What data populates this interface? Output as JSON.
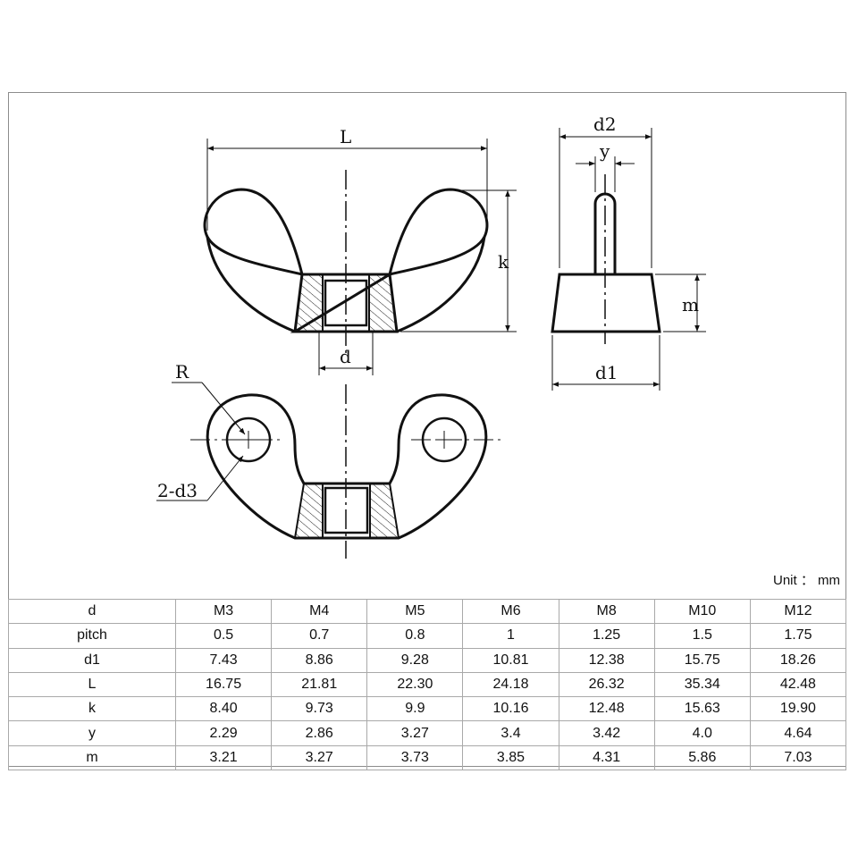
{
  "drawing": {
    "labels": {
      "L": "L",
      "k": "k",
      "d": "d",
      "R": "R",
      "d3": "2-d3",
      "d2": "d2",
      "y": "y",
      "m": "m",
      "d1": "d1"
    }
  },
  "unit": "Unit ： mm",
  "table": {
    "rows": [
      {
        "label": "d",
        "values": [
          "M3",
          "M4",
          "M5",
          "M6",
          "M8",
          "M10",
          "M12"
        ]
      },
      {
        "label": "pitch",
        "values": [
          "0.5",
          "0.7",
          "0.8",
          "1",
          "1.25",
          "1.5",
          "1.75"
        ]
      },
      {
        "label": "d1",
        "values": [
          "7.43",
          "8.86",
          "9.28",
          "10.81",
          "12.38",
          "15.75",
          "18.26"
        ]
      },
      {
        "label": "L",
        "values": [
          "16.75",
          "21.81",
          "22.30",
          "24.18",
          "26.32",
          "35.34",
          "42.48"
        ]
      },
      {
        "label": "k",
        "values": [
          "8.40",
          "9.73",
          "9.9",
          "10.16",
          "12.48",
          "15.63",
          "19.90"
        ]
      },
      {
        "label": "y",
        "values": [
          "2.29",
          "2.86",
          "3.27",
          "3.4",
          "3.42",
          "4.0",
          "4.64"
        ]
      },
      {
        "label": "m",
        "values": [
          "3.21",
          "3.27",
          "3.73",
          "3.85",
          "4.31",
          "5.86",
          "7.03"
        ]
      }
    ]
  }
}
